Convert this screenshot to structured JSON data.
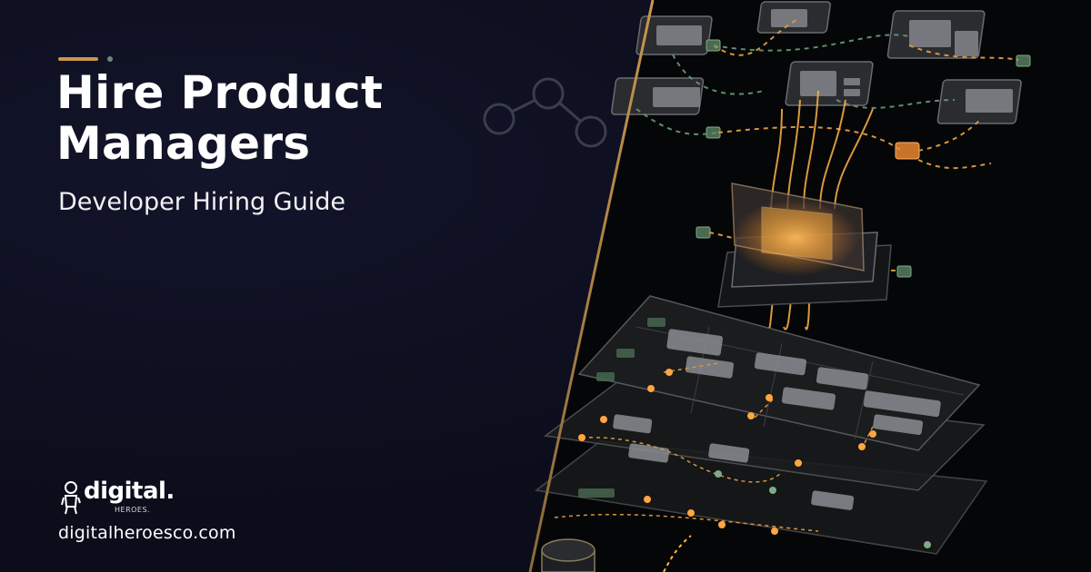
{
  "headline": "Hire Product Managers",
  "subtitle": "Developer Hiring Guide",
  "brand": {
    "name": "digital.",
    "sub": "HEROES."
  },
  "website": "digitalheroesco.com",
  "colors": {
    "background": "#0c0d1b",
    "accent": "#c8964e",
    "glow": "#ffb347",
    "green": "#5f8f6e"
  },
  "icons": [
    "hero-mascot-icon",
    "network-nodes-icon"
  ]
}
